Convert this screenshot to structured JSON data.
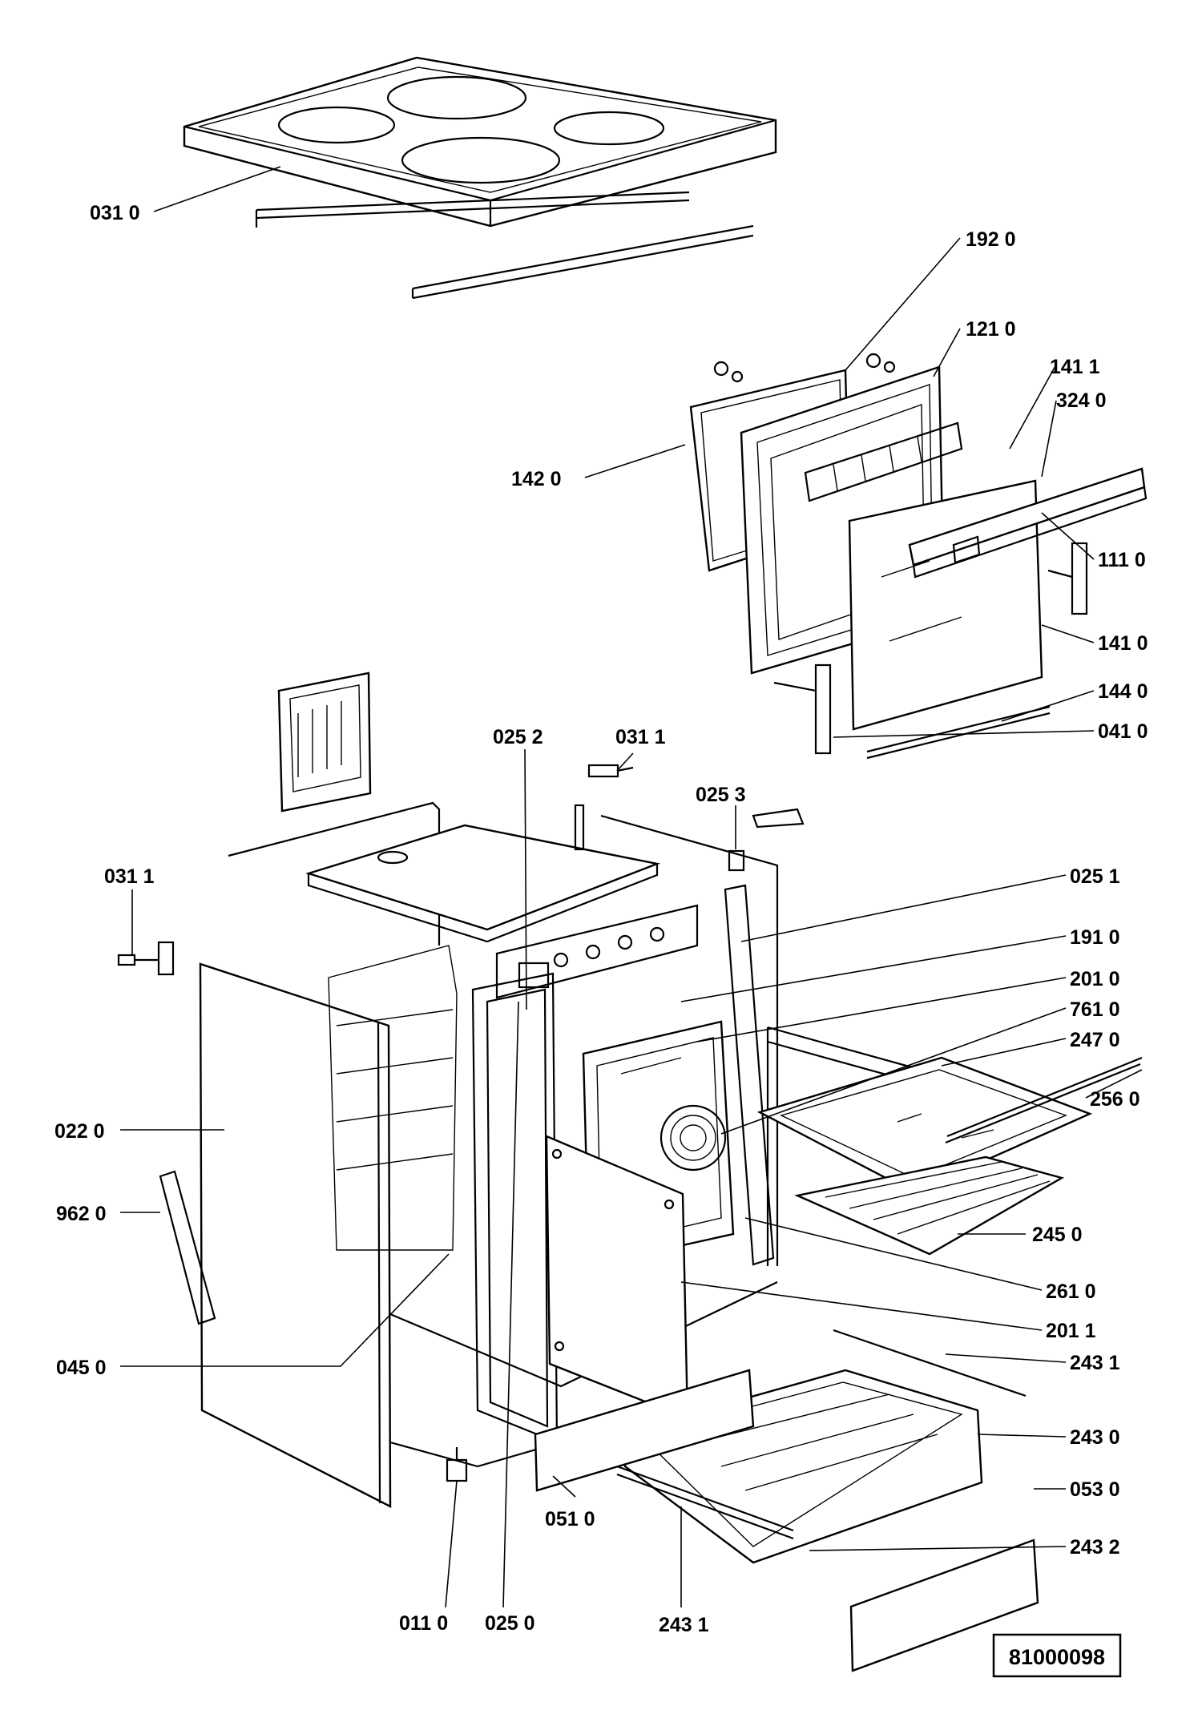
{
  "drawing": {
    "document_number": "81000098",
    "part_labels": [
      {
        "id": "0310",
        "text": "031 0"
      },
      {
        "id": "1920",
        "text": "192 0"
      },
      {
        "id": "1210",
        "text": "121 0"
      },
      {
        "id": "1411",
        "text": "141 1"
      },
      {
        "id": "3240",
        "text": "324 0"
      },
      {
        "id": "1420",
        "text": "142 0"
      },
      {
        "id": "1110",
        "text": "111 0"
      },
      {
        "id": "1410",
        "text": "141 0"
      },
      {
        "id": "1440",
        "text": "144 0"
      },
      {
        "id": "0410",
        "text": "041 0"
      },
      {
        "id": "0252",
        "text": "025 2"
      },
      {
        "id": "0311a",
        "text": "031 1"
      },
      {
        "id": "0253",
        "text": "025 3"
      },
      {
        "id": "0311b",
        "text": "031 1"
      },
      {
        "id": "0251",
        "text": "025 1"
      },
      {
        "id": "1910",
        "text": "191 0"
      },
      {
        "id": "2010",
        "text": "201 0"
      },
      {
        "id": "7610",
        "text": "761 0"
      },
      {
        "id": "2470",
        "text": "247 0"
      },
      {
        "id": "2560",
        "text": "256 0"
      },
      {
        "id": "0220",
        "text": "022 0"
      },
      {
        "id": "9620",
        "text": "962 0"
      },
      {
        "id": "2450",
        "text": "245 0"
      },
      {
        "id": "2610",
        "text": "261 0"
      },
      {
        "id": "2011",
        "text": "201 1"
      },
      {
        "id": "0450",
        "text": "045 0"
      },
      {
        "id": "2431a",
        "text": "243 1"
      },
      {
        "id": "2430",
        "text": "243 0"
      },
      {
        "id": "0530",
        "text": "053 0"
      },
      {
        "id": "0510",
        "text": "051 0"
      },
      {
        "id": "2432",
        "text": "243 2"
      },
      {
        "id": "0110",
        "text": "011 0"
      },
      {
        "id": "0250",
        "text": "025 0"
      },
      {
        "id": "2431b",
        "text": "243 1"
      }
    ]
  }
}
